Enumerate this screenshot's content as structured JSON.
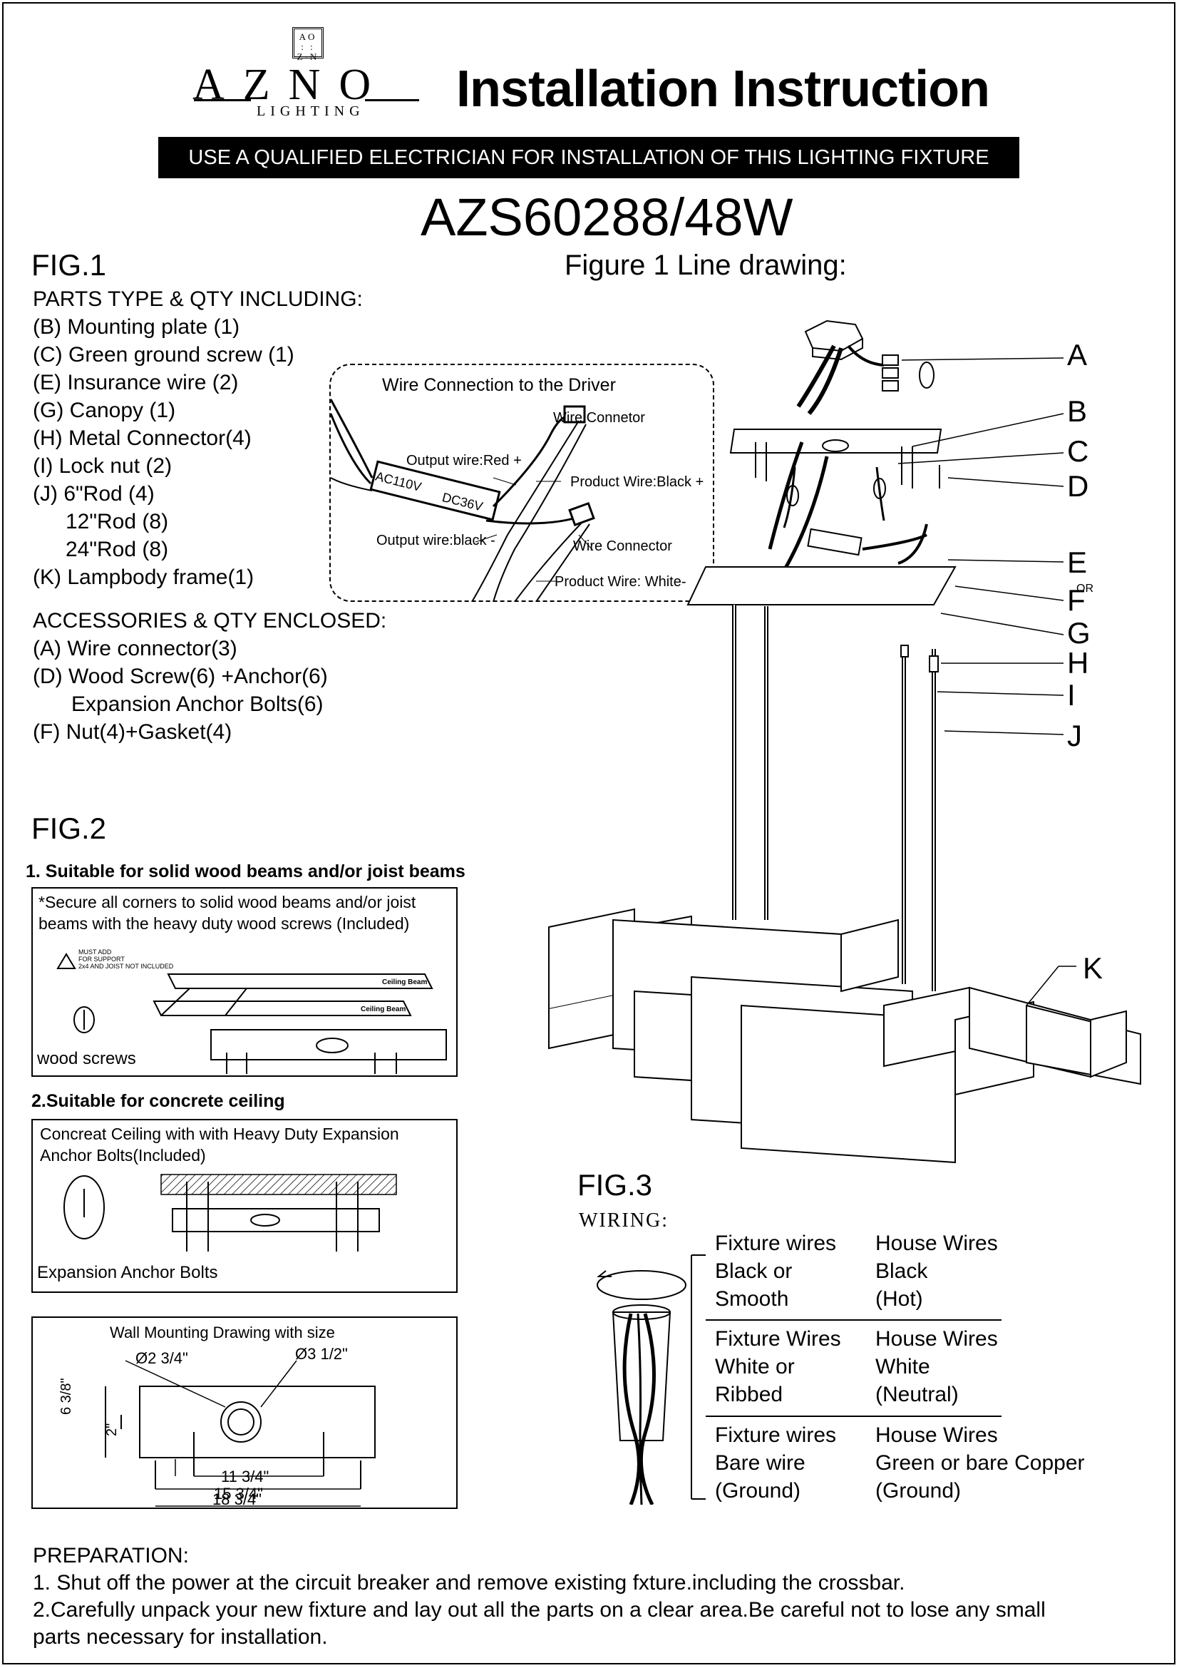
{
  "brand": {
    "logo_mark": "AO\n: :\nZ·N",
    "name": "AZNO",
    "tagline": "LIGHTING"
  },
  "title": "Installation Instruction",
  "banner": "USE A QUALIFIED ELECTRICIAN FOR INSTALLATION OF THIS LIGHTING FIXTURE",
  "model": "AZS60288/48W",
  "fig1": {
    "heading": "FIG.1",
    "drawing_title": "Figure 1 Line drawing:",
    "parts_heading": "PARTS TYPE & QTY INCLUDING:",
    "parts": [
      "(B) Mounting plate (1)",
      "(C) Green ground screw (1)",
      "(E) Insurance wire  (2)",
      "(G) Canopy (1)",
      "(H) Metal Connector(4)",
      "(I) Lock nut (2)",
      "(J) 6\"Rod (4)",
      "12\"Rod (8)",
      "24\"Rod (8)",
      "(K) Lampbody frame(1)"
    ],
    "accessories_heading": "ACCESSORIES & QTY ENCLOSED:",
    "accessories": [
      "(A)  Wire connector(3)",
      "(D) Wood Screw(6) +Anchor(6)",
      "Expansion Anchor Bolts(6)",
      "(F) Nut(4)+Gasket(4)"
    ],
    "wire_box": {
      "title": "Wire Connection  to the Driver",
      "wire_connector_1": "Wire Connetor",
      "output_red": "Output wire:Red +",
      "product_black": "Product Wire:Black +",
      "driver_ac": "AC110V",
      "driver_dc": "DC36V",
      "output_black": "Output wire:black -",
      "wire_connector_2": "Wire Connector",
      "product_white": "Product Wire: White-"
    },
    "callouts": [
      "A",
      "B",
      "C",
      "D",
      "E",
      "F",
      "G",
      "H",
      "I",
      "J",
      "K"
    ],
    "or_label": "OR"
  },
  "fig2": {
    "heading": "FIG.2",
    "sec1_title": "1. Suitable for solid wood beams and/or joist beams",
    "sec1_note": "*Secure all corners to solid wood beams and/or joist beams with the heavy  duty  wood  screws (Included)",
    "warning": "MUST ADD\nFOR SUPPORT\n2x4 AND JOIST NOT INCLUDED",
    "beam_label": "Ceiling Beam",
    "wood_screws": "wood  screws",
    "sec2_title": "2.Suitable for concrete ceiling",
    "sec2_note": "Concreat Ceiling with with Heavy Duty Expansion Anchor Bolts(Included)",
    "expansion_label": "Expansion Anchor Bolts",
    "wall_title": "Wall Mounting Drawing with size",
    "dim_d1": "Ø2 3/4\"",
    "dim_d2": "Ø3 1/2\"",
    "dim_h1": "6 3/8\"",
    "dim_h2": "2\"",
    "dim_w1": "11 3/4\"",
    "dim_w2": "15 3/4\"",
    "dim_w3": "18 3/4\""
  },
  "fig3": {
    "heading": "FIG.3",
    "subheading": "WIRING:",
    "rows": [
      {
        "fixture": [
          "Fixture wires",
          "Black or",
          "Smooth"
        ],
        "house": [
          "House Wires",
          "Black",
          "(Hot)"
        ]
      },
      {
        "fixture": [
          "Fixture Wires",
          "White or",
          "Ribbed"
        ],
        "house": [
          "House Wires",
          "White",
          "(Neutral)"
        ]
      },
      {
        "fixture": [
          "Fixture wires",
          "Bare wire",
          "(Ground)"
        ],
        "house": [
          "House Wires",
          "Green or bare Copper",
          "(Ground)"
        ]
      }
    ]
  },
  "preparation": {
    "heading": "PREPARATION:",
    "steps": [
      "1. Shut off the power at the circuit breaker and remove existing fxture.including the crossbar.",
      "2.Carefully unpack your new fixture and lay out all the parts on a clear area.Be careful not to lose any small",
      "parts necessary for installation."
    ]
  }
}
